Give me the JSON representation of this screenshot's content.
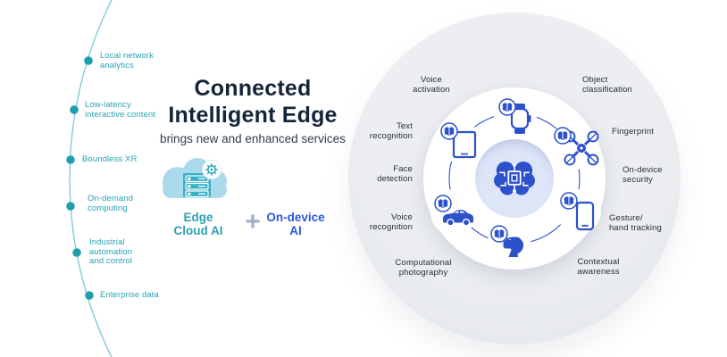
{
  "colors": {
    "teal_text": "#25a3b4",
    "teal_arc": "#7ccfd8",
    "teal_dot": "#1f9eae",
    "navy_title": "#142539",
    "subtitle_gray": "#2e3d4d",
    "icon_blue": "#2c51cb",
    "on_device_blue": "#2b57dd",
    "plus_gray": "#a5afc3",
    "ring_gray": "#e6e8eb",
    "cloud_fill": "#aadaeb",
    "server_teal": "#35b2c9",
    "center_circle_fill": "#dde5f8",
    "capability_text": "#232f3b"
  },
  "headline": {
    "title_line1": "Connected",
    "title_line2": "Intelligent Edge",
    "subtitle": "brings new and enhanced services"
  },
  "edge_cloud": {
    "line1": "Edge",
    "line2": "Cloud AI"
  },
  "plus_sign": "+",
  "on_device": {
    "line1": "On-device",
    "line2": "AI"
  },
  "left_services": [
    {
      "lines": [
        "Local network",
        "analytics"
      ]
    },
    {
      "lines": [
        "Low-latency",
        "interactive content"
      ]
    },
    {
      "lines": [
        "Boundless XR"
      ]
    },
    {
      "lines": [
        "On-demand",
        "computing"
      ]
    },
    {
      "lines": [
        "Industrial",
        "automation",
        "and control"
      ]
    },
    {
      "lines": [
        "Enterprise data"
      ]
    }
  ],
  "capabilities": [
    {
      "lines": [
        "Voice",
        "activation"
      ]
    },
    {
      "lines": [
        "Object",
        "classification"
      ]
    },
    {
      "lines": [
        "Text",
        "recognition"
      ]
    },
    {
      "lines": [
        "Fingerprint"
      ]
    },
    {
      "lines": [
        "Face",
        "detection"
      ]
    },
    {
      "lines": [
        "On-device",
        "security"
      ]
    },
    {
      "lines": [
        "Voice",
        "recognition"
      ]
    },
    {
      "lines": [
        "Gesture/",
        "hand tracking"
      ]
    },
    {
      "lines": [
        "Computational",
        "photography"
      ]
    },
    {
      "lines": [
        "Contextual",
        "awareness"
      ]
    }
  ],
  "ring_devices": [
    "smartwatch",
    "tablet",
    "drone",
    "car",
    "smartphone",
    "vr-headset"
  ],
  "center_icon": "ai-brain-chip"
}
